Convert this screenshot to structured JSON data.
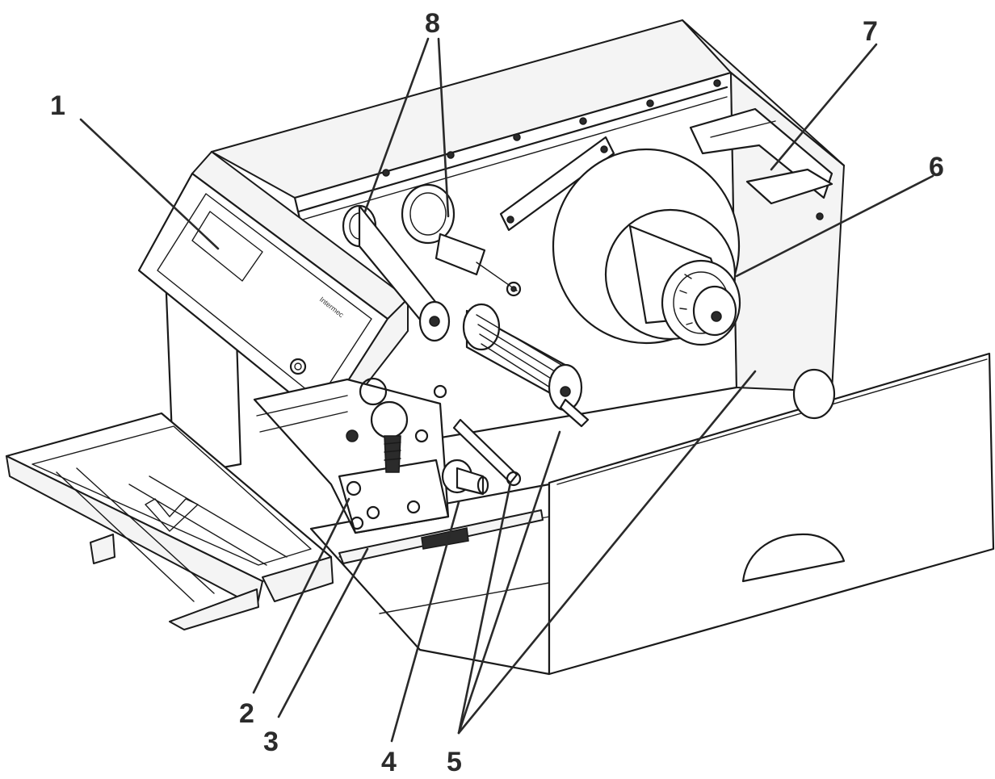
{
  "callouts": {
    "c1": "1",
    "c2": "2",
    "c3": "3",
    "c4": "4",
    "c5": "5",
    "c6": "6",
    "c7": "7",
    "c8": "8"
  },
  "panel_brand": "Intermec",
  "colors": {
    "line": "#1a1a1a",
    "callout_text": "#2b2b2b",
    "background": "#ffffff"
  }
}
